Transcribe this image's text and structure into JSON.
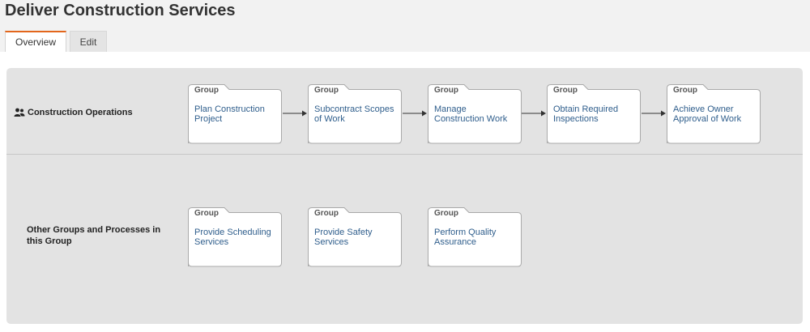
{
  "page": {
    "title": "Deliver Construction Services"
  },
  "tabs": [
    {
      "label": "Overview",
      "active": true
    },
    {
      "label": "Edit",
      "active": false
    }
  ],
  "lanes": [
    {
      "label": "Construction Operations",
      "icon": "people-icon",
      "cards": [
        {
          "tag": "Group",
          "title": "Plan Construction Project"
        },
        {
          "tag": "Group",
          "title": "Subcontract Scopes of Work"
        },
        {
          "tag": "Group",
          "title": "Manage Construction Work"
        },
        {
          "tag": "Group",
          "title": "Obtain Required Inspections"
        },
        {
          "tag": "Group",
          "title": "Achieve Owner Approval of Work"
        }
      ]
    },
    {
      "label": "Other Groups and Processes in this Group",
      "cards": [
        {
          "tag": "Group",
          "title": "Provide Scheduling Services"
        },
        {
          "tag": "Group",
          "title": "Provide Safety Services"
        },
        {
          "tag": "Group",
          "title": "Perform Quality Assurance"
        }
      ]
    }
  ],
  "colors": {
    "accent": "#e3661c",
    "link": "#2f5e8c",
    "lane_bg": "#e3e3e3"
  }
}
